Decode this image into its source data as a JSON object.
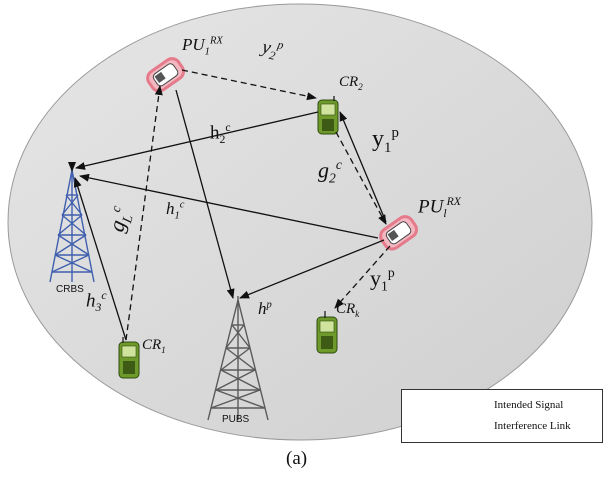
{
  "diagram": {
    "labels": {
      "pu1_rx": {
        "base": "PU",
        "sub": "1",
        "sup": "RX"
      },
      "pul_rx": {
        "base": "PU",
        "sub": "l",
        "sup": "RX"
      },
      "cr2": {
        "base": "CR",
        "sub": "2"
      },
      "cr1": {
        "base": "CR",
        "sub": "1"
      },
      "crk": {
        "base": "CR",
        "sub": "k"
      },
      "y2p": {
        "base": "y",
        "sub": "2",
        "sup": "p"
      },
      "h2c": {
        "base": "h",
        "sub": "2",
        "sup": "c"
      },
      "y1p_top": {
        "base": "y",
        "sub": "1",
        "sup": "p"
      },
      "g2c": {
        "base": "g",
        "sub": "2",
        "sup": "c"
      },
      "h1c": {
        "base": "h",
        "sub": "1",
        "sup": "c"
      },
      "gLc": {
        "base": "g",
        "sub": "L",
        "sup": "c"
      },
      "h3c": {
        "base": "h",
        "sub": "3",
        "sup": "c"
      },
      "hp": {
        "base": "h",
        "sup": "p"
      },
      "y1p_bottom": {
        "base": "y",
        "sub": "1",
        "sup": "p"
      }
    },
    "towers": {
      "crbs": "CRBS",
      "pubs": "PUBS"
    }
  },
  "legend": {
    "intended": "Intended Signal",
    "interference": "Interference Link"
  },
  "caption": "(a)",
  "colors": {
    "circle_fill": "#d9d9d9",
    "crbs_tower": "#3f5fae",
    "pubs_tower": "#5a5a5a",
    "cr_phone": "#6e9a2c",
    "pu_phone_glow": "#e47a8a"
  }
}
